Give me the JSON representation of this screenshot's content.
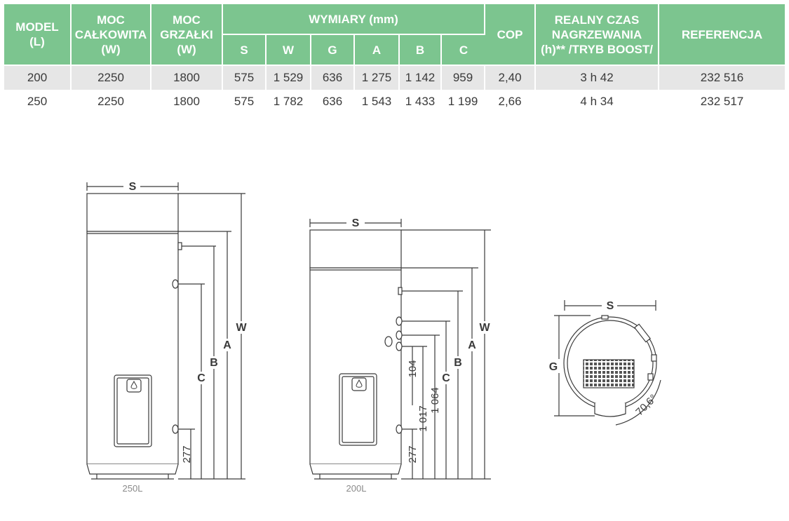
{
  "table": {
    "headers": {
      "model": [
        "MODEL",
        "(L)"
      ],
      "moc_calkowita": [
        "MOC",
        "CAŁKOWITA",
        "(W)"
      ],
      "moc_grzalki": [
        "MOC",
        "GRZAŁKI",
        "(W)"
      ],
      "wymiary": "WYMIARY (mm)",
      "dims": [
        "S",
        "W",
        "G",
        "A",
        "B",
        "C"
      ],
      "cop": "COP",
      "czas": [
        "REALNY CZAS",
        "NAGRZEWANIA",
        "(h)** /TRYB BOOST/"
      ],
      "referencja": "REFERENCJA"
    },
    "rows": [
      {
        "model": "200",
        "moc_calkowita": "2250",
        "moc_grzalki": "1800",
        "s": "575",
        "w": "1 529",
        "g": "636",
        "a": "1 275",
        "b": "1 142",
        "c": "959",
        "cop": "2,40",
        "czas": "3 h 42",
        "ref": "232 516"
      },
      {
        "model": "250",
        "moc_calkowita": "2250",
        "moc_grzalki": "1800",
        "s": "575",
        "w": "1 782",
        "g": "636",
        "a": "1 543",
        "b": "1 433",
        "c": "1 199",
        "cop": "2,66",
        "czas": "4 h 34",
        "ref": "232 517"
      }
    ]
  },
  "drawings": {
    "left": {
      "caption": "250L",
      "labels": {
        "s": "S",
        "w": "W",
        "a": "A",
        "b": "B",
        "c": "C"
      },
      "dims": {
        "bottom": "277"
      }
    },
    "middle": {
      "caption": "200L",
      "labels": {
        "s": "S",
        "w": "W",
        "a": "A",
        "b": "B",
        "c": "C"
      },
      "dims": {
        "d104": "104",
        "d1017": "1 017",
        "d1064": "1 064",
        "bottom": "277"
      }
    },
    "top_view": {
      "labels": {
        "s": "S",
        "g": "G"
      },
      "angle": "70,6°"
    }
  },
  "colors": {
    "header_green": "#7cc58f",
    "row_gray": "#e6e6e6",
    "line": "#3a3a3a"
  }
}
